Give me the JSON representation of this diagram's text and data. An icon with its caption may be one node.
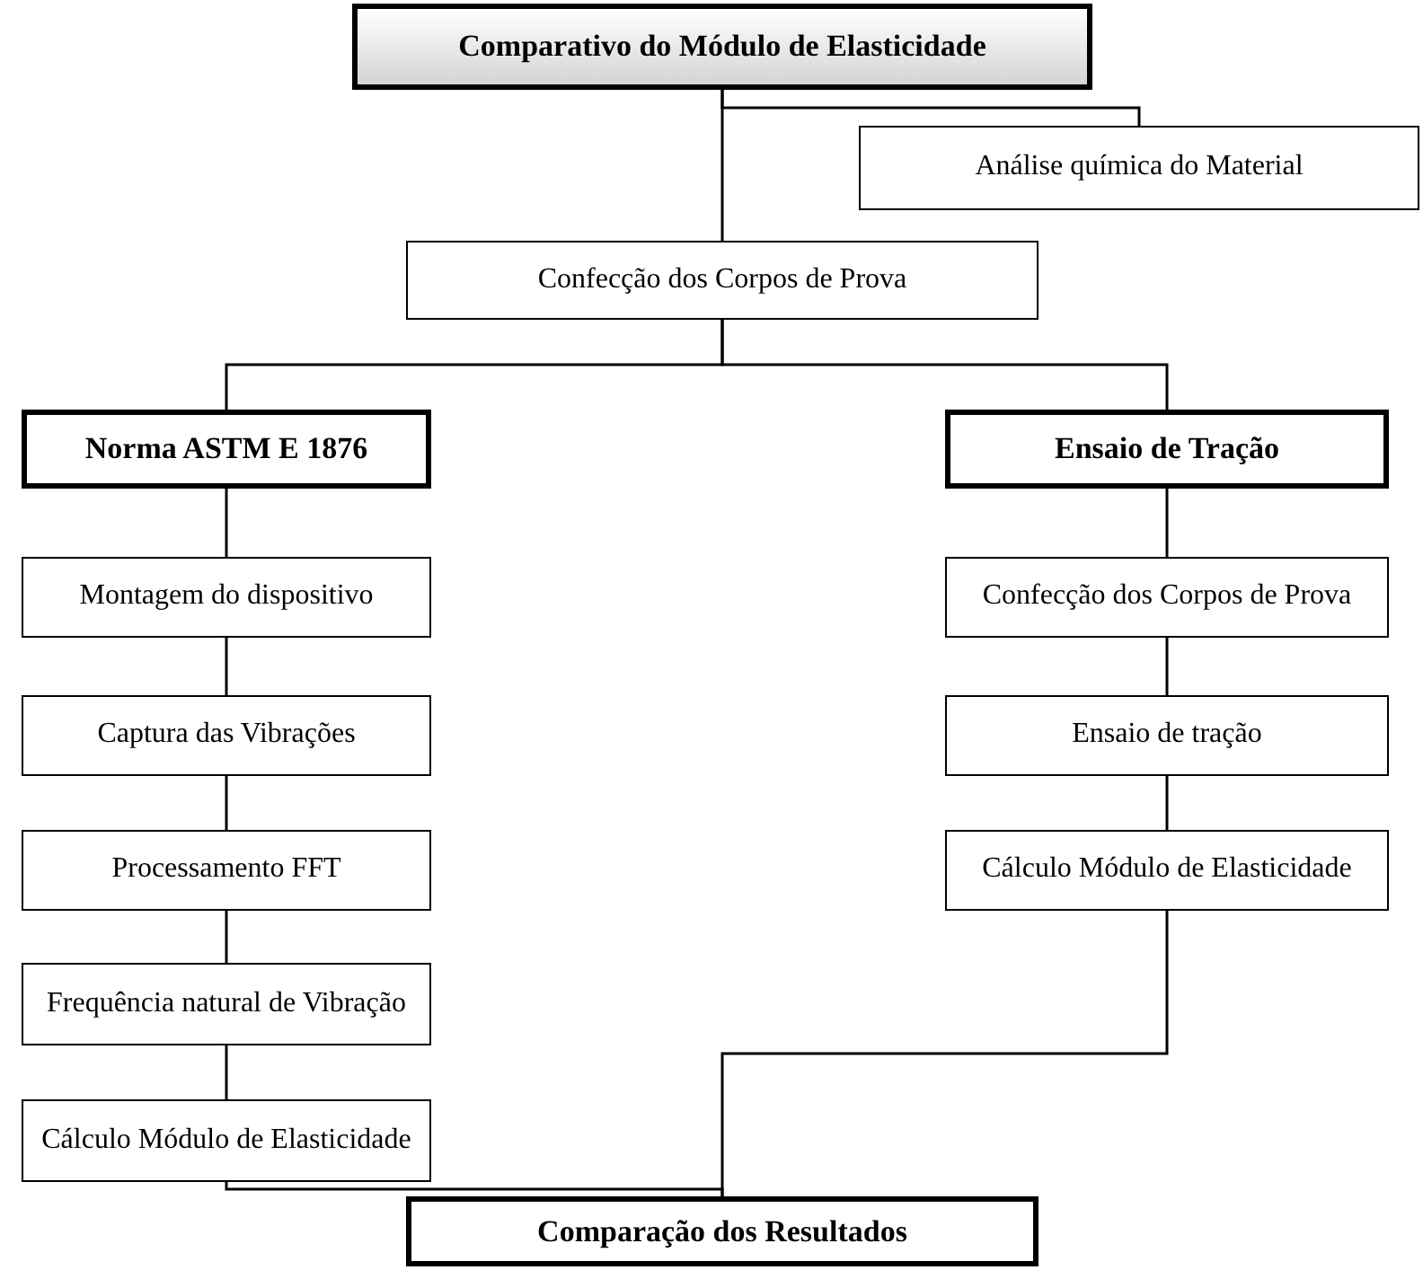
{
  "diagram": {
    "nodes": [
      {
        "text": [
          "Comparativo do Módulo de Elasticidade"
        ]
      },
      {
        "text": [
          "Análise química do Material"
        ]
      },
      {
        "text": [
          "Confecção dos Corpos de Prova"
        ]
      },
      {
        "text": [
          "Norma ASTM E 1876"
        ]
      },
      {
        "text": [
          "Ensaio de Tração"
        ]
      },
      {
        "text": [
          "Montagem do dispositivo"
        ]
      },
      {
        "text": [
          "Captura das Vibrações"
        ]
      },
      {
        "text": [
          "Processamento FFT"
        ]
      },
      {
        "text": [
          "Frequência natural de Vibração"
        ]
      },
      {
        "text": [
          "Cálculo Módulo de Elasticidade"
        ]
      },
      {
        "text": [
          "Confecção dos Corpos de Prova"
        ]
      },
      {
        "text": [
          "Ensaio de tração"
        ]
      },
      {
        "text": [
          "Cálculo Módulo de Elasticidade"
        ]
      },
      {
        "text": [
          "Comparação dos Resultados"
        ]
      }
    ],
    "edges": [
      {
        "from": 0,
        "to": 1,
        "arrow": "none"
      },
      {
        "from": 0,
        "to": 2,
        "arrow": "none"
      },
      {
        "from": 2,
        "to": 3,
        "arrow": "none"
      },
      {
        "from": 2,
        "to": 4,
        "arrow": "none"
      },
      {
        "from": 3,
        "to": 5,
        "arrow": "none"
      },
      {
        "from": 5,
        "to": 6,
        "arrow": "none"
      },
      {
        "from": 6,
        "to": 7,
        "arrow": "none"
      },
      {
        "from": 7,
        "to": 8,
        "arrow": "none"
      },
      {
        "from": 8,
        "to": 9,
        "arrow": "none"
      },
      {
        "from": 4,
        "to": 10,
        "arrow": "none"
      },
      {
        "from": 10,
        "to": 11,
        "arrow": "none"
      },
      {
        "from": 11,
        "to": 12,
        "arrow": "none"
      },
      {
        "from": 9,
        "to": 13,
        "arrow": "none"
      },
      {
        "from": 12,
        "to": 13,
        "arrow": "none"
      }
    ]
  }
}
